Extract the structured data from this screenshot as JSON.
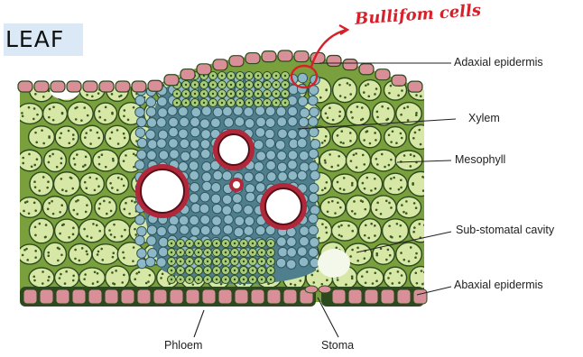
{
  "title": "LEAF",
  "annotation": "Bullifom cells",
  "labels": {
    "adaxial": "Adaxial epidermis",
    "xylem": "Xylem",
    "mesophyll": "Mesophyll",
    "substomatal": "Sub-stomatal cavity",
    "abaxial": "Abaxial epidermis",
    "phloem": "Phloem",
    "stoma": "Stoma"
  },
  "colors": {
    "epidermis": "#d88f98",
    "mesophyll": "#d7e8a6",
    "vascular": "#8fb8c6",
    "xylem_ring": "#b0283a",
    "annotation": "#d8202a",
    "outline": "#2d4a1e"
  }
}
